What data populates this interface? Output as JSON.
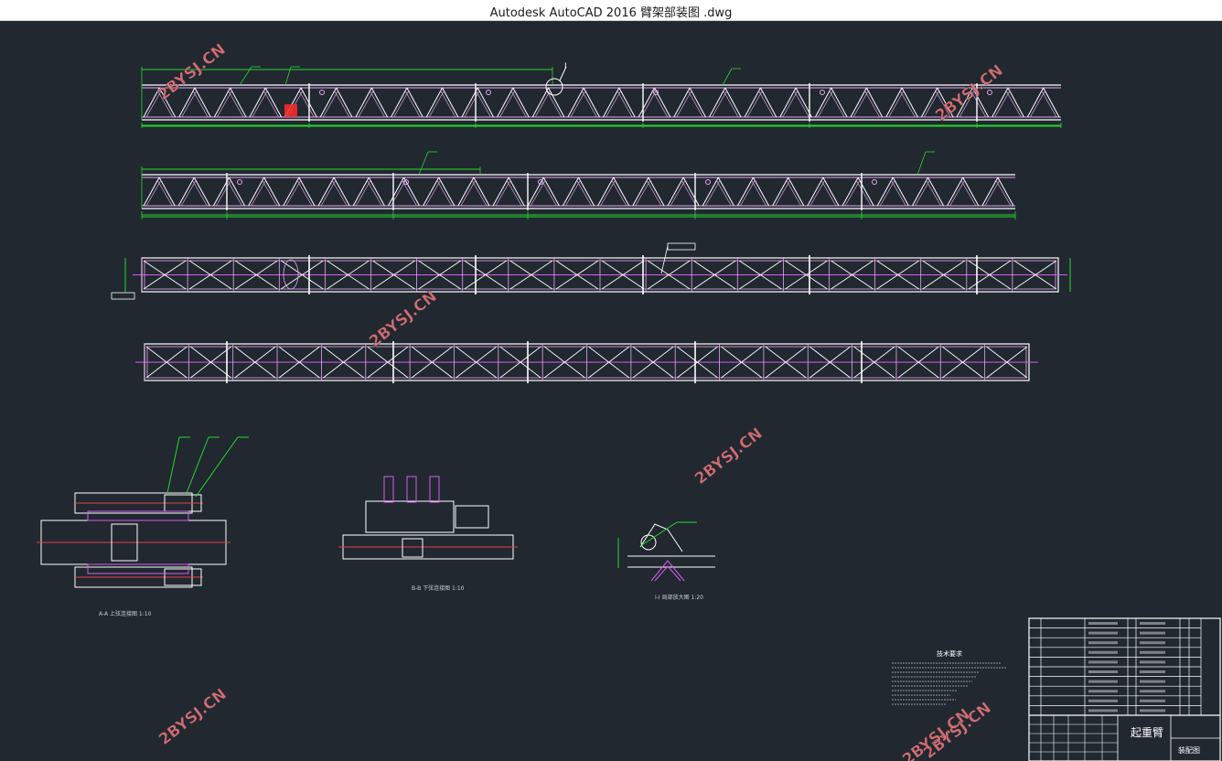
{
  "window": {
    "title": "Autodesk AutoCAD 2016    臂架部装图 .dwg"
  },
  "colors": {
    "background": "#212830",
    "frame": "#ffffff",
    "member": "#e6a6f0",
    "centerline": "#d95cf0",
    "dimension": "#26d82e",
    "section": "#ff2a2a",
    "watermark": "#e6747a"
  },
  "watermark": {
    "text": "2BYSJ.CN"
  },
  "callouts": {
    "detail_ref": "I"
  },
  "section_labels": {
    "a": "A-A  上弦连接图  1:10",
    "b": "B-B  下弦连接图  1:10",
    "c": "I-I  局部放大图  1:20"
  },
  "notes": {
    "title": "技术要求"
  },
  "title_block": {
    "part_name": "起重臂",
    "drawing_type": "装配图"
  }
}
